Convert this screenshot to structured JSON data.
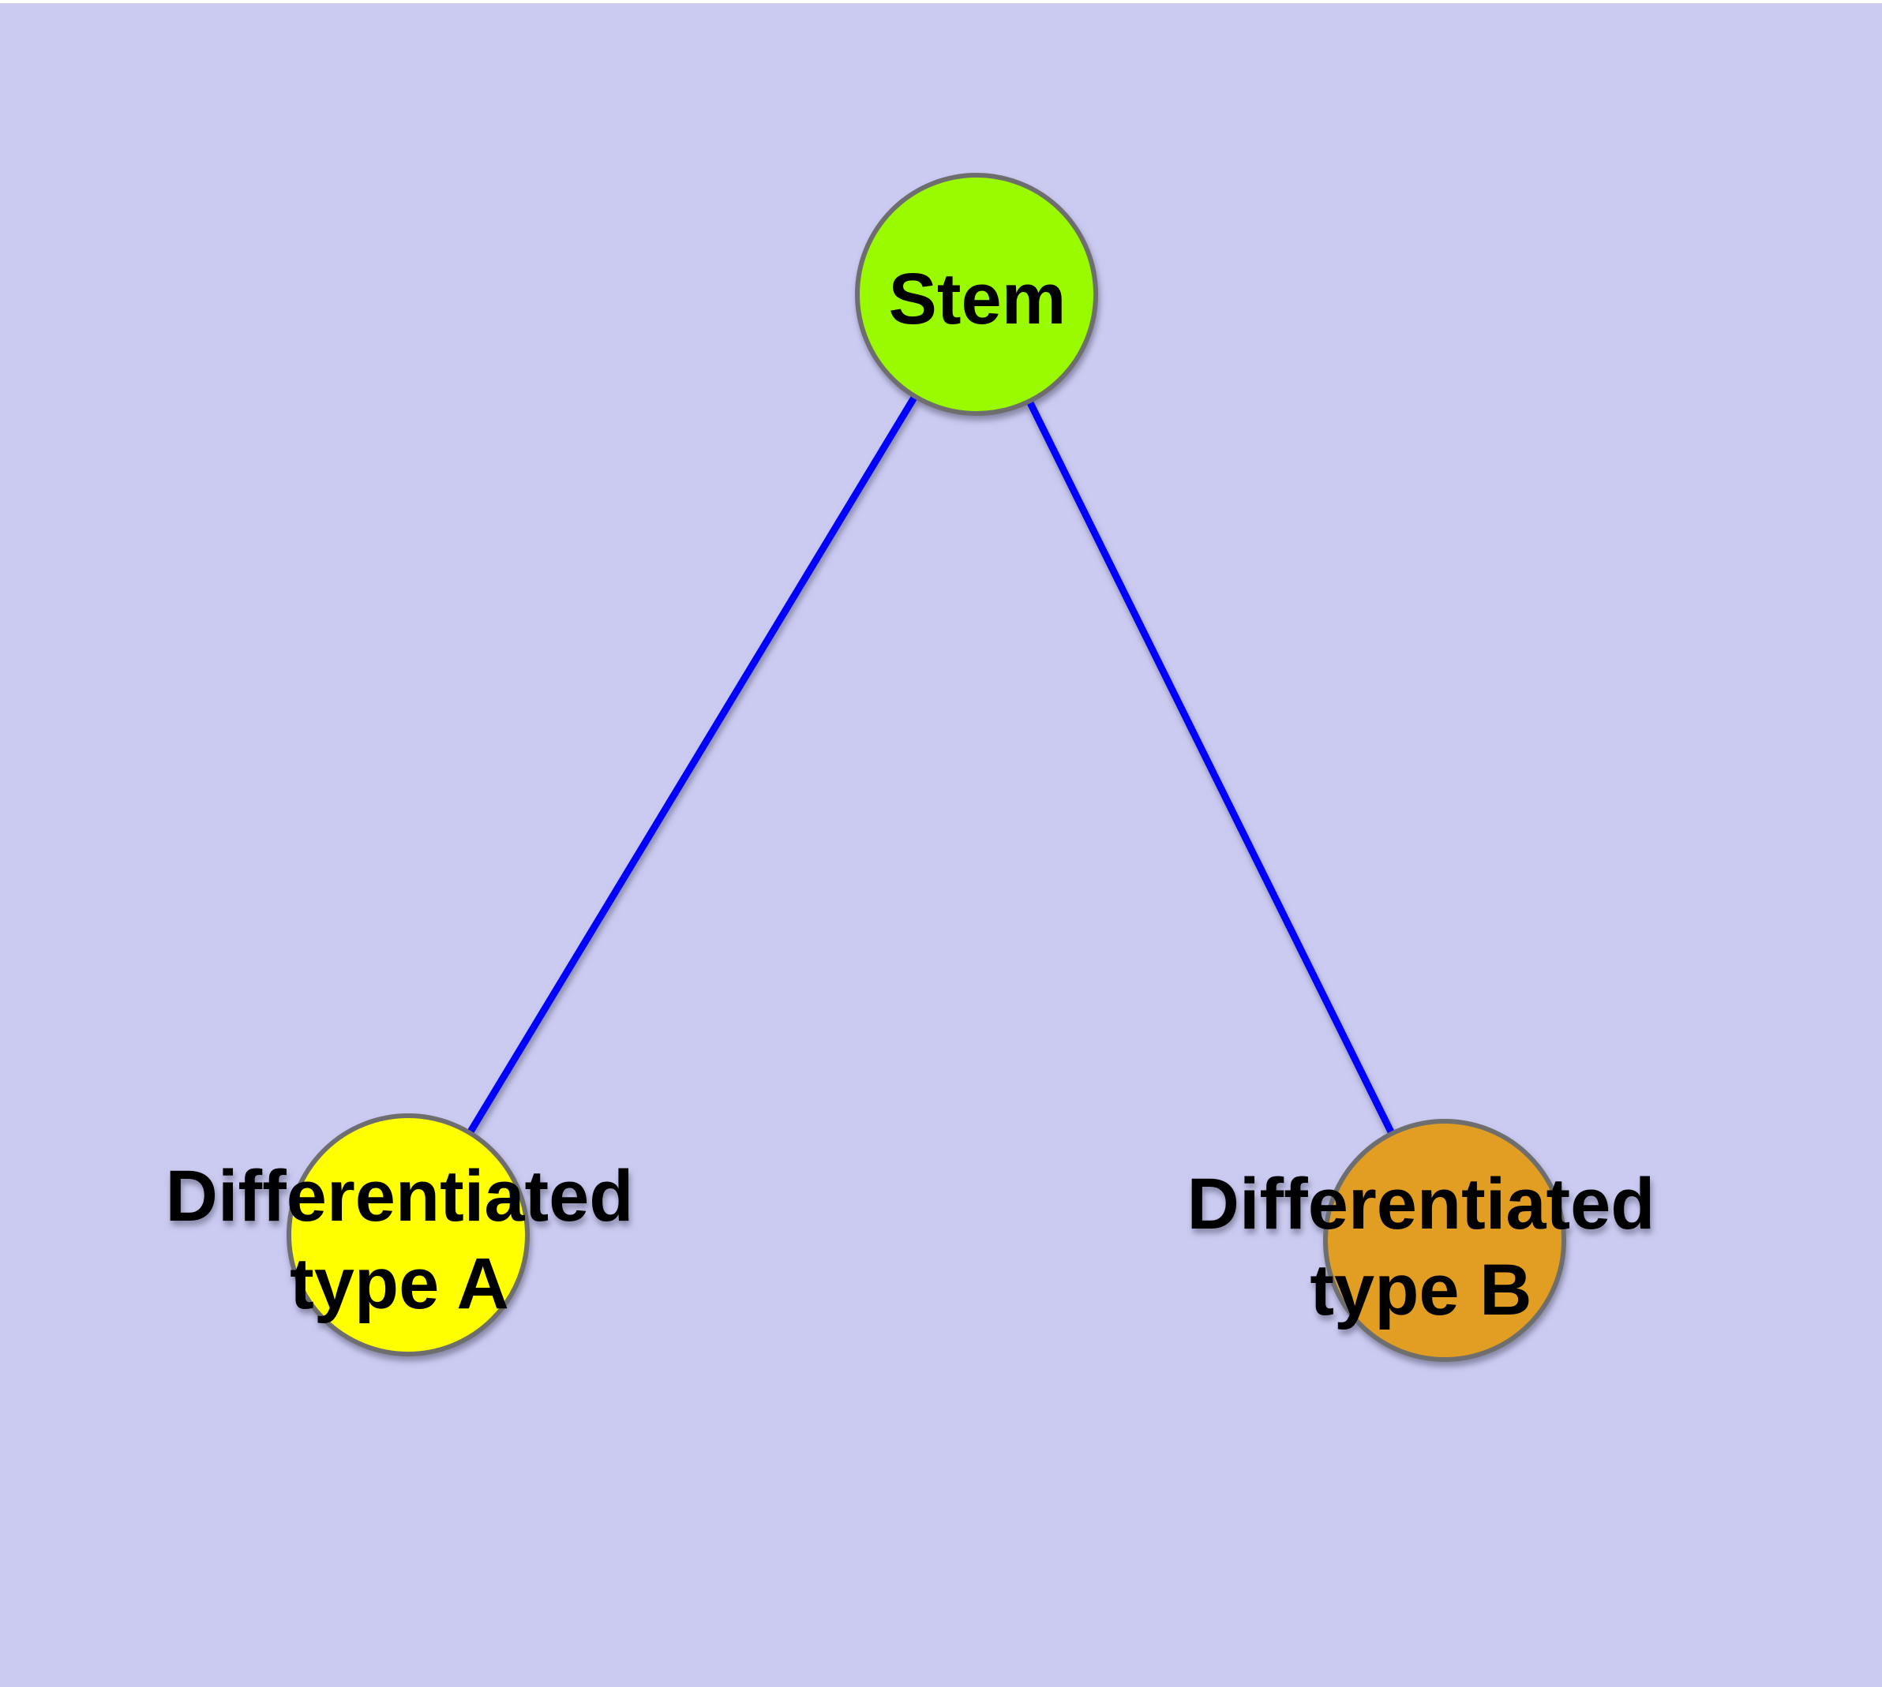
{
  "diagram": {
    "background_color": "#cbcbf2",
    "top_border_color": "#ffffff",
    "edge_color": "#0000ff",
    "node_border_color": "#6e6e6e",
    "label_color": "#000000",
    "nodes": [
      {
        "id": "stem",
        "label": "Stem",
        "fill": "#9afb00"
      },
      {
        "id": "differentiated-type-a",
        "label_line1": "Differentiated",
        "label_line2": "type A",
        "fill": "#ffff00"
      },
      {
        "id": "differentiated-type-b",
        "label_line1": "Differentiated",
        "label_line2": "type B",
        "fill": "#e29e21"
      }
    ],
    "edges": [
      {
        "from": "Stem",
        "to": "Differentiated type A"
      },
      {
        "from": "Stem",
        "to": "Differentiated type B"
      }
    ]
  }
}
